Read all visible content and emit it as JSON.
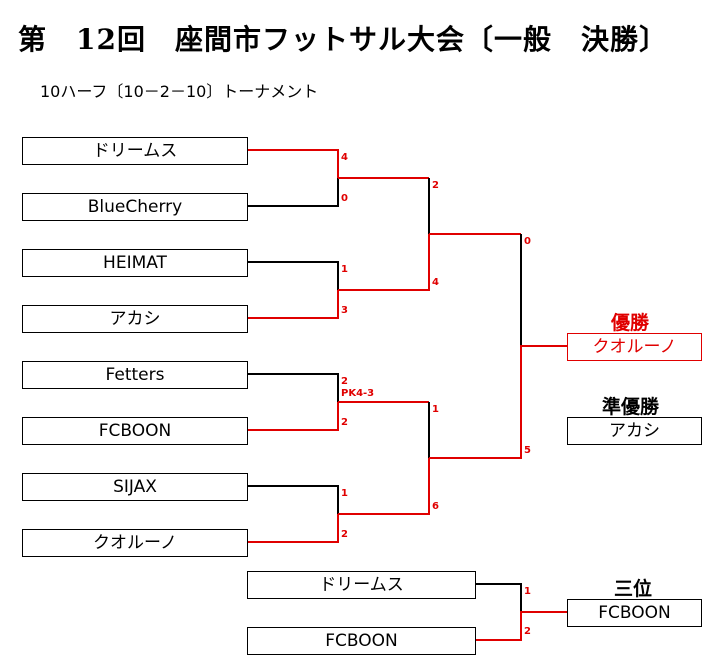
{
  "header": {
    "title": "第　12回　座間市フットサル大会〔一般　決勝〕",
    "subtitle": "10ハーフ〔10－2－10〕トーナメント"
  },
  "teams": {
    "t1": "ドリームス",
    "t2": "BlueCherry",
    "t3": "HEIMAT",
    "t4": "アカシ",
    "t5": "Fetters",
    "t6": "FCBOON",
    "t7": "SIJAX",
    "t8": "クオルーノ",
    "p1": "ドリームス",
    "p2": "FCBOON"
  },
  "scores": {
    "r1m1_a": "4",
    "r1m1_b": "0",
    "r1m2_a": "1",
    "r1m2_b": "3",
    "r1m3_a": "2",
    "r1m3_b": "2",
    "r1m3_pk": "PK4-3",
    "r1m4_a": "1",
    "r1m4_b": "2",
    "sf1_a": "2",
    "sf1_b": "4",
    "sf2_a": "1",
    "sf2_b": "6",
    "final_a": "0",
    "final_b": "5",
    "third_a": "1",
    "third_b": "2"
  },
  "awards": {
    "champion_label": "優勝",
    "champion": "クオルーノ",
    "runnerup_label": "準優勝",
    "runnerup": "アカシ",
    "third_label": "三位",
    "third": "FCBOON"
  },
  "colors": {
    "winner_line": "#e00000",
    "loser_line": "#000000"
  }
}
